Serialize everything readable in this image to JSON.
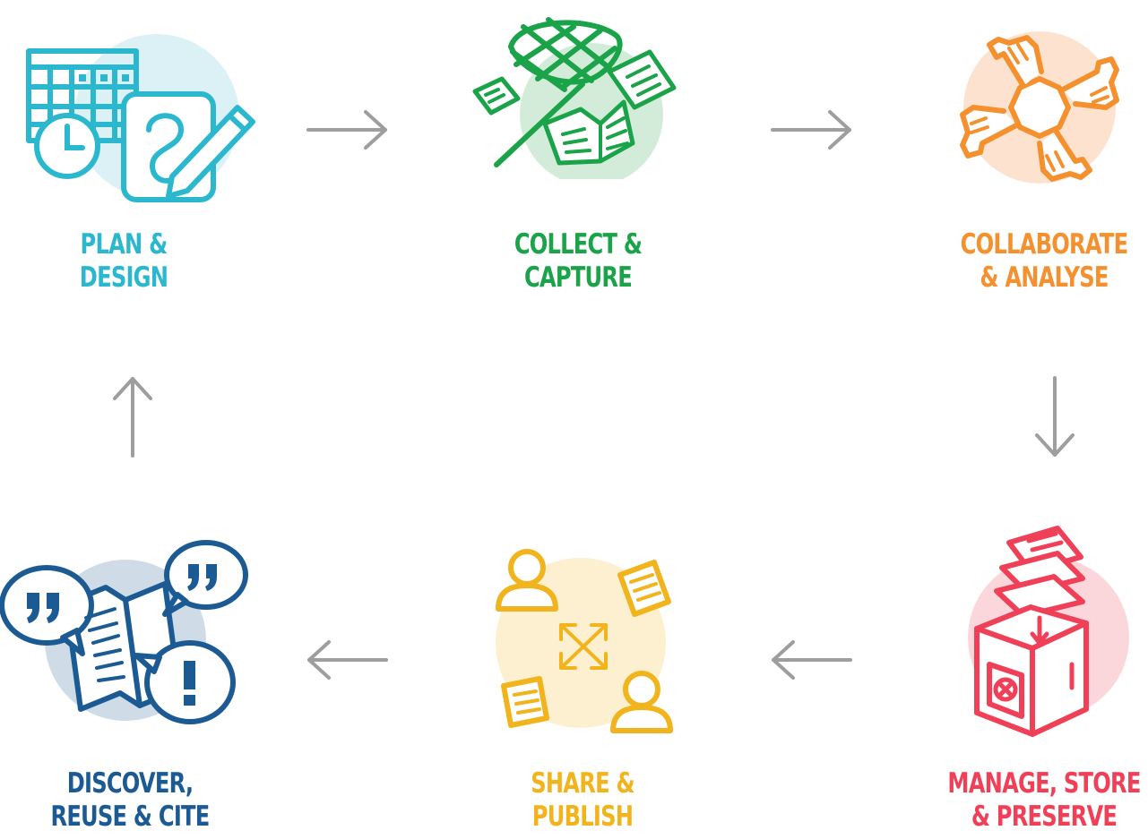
{
  "colors": {
    "plan": "#2bb8cf",
    "collect": "#1ba34a",
    "collaborate": "#f5902e",
    "manage": "#ef4058",
    "share": "#f2b41c",
    "discover": "#1c5a93",
    "arrow": "#9e9e9e"
  },
  "stages": {
    "plan": {
      "line1": "PLAN &",
      "line2": "DESIGN"
    },
    "collect": {
      "line1": "COLLECT &",
      "line2": "CAPTURE"
    },
    "collaborate": {
      "line1": "COLLABORATE",
      "line2": "& ANALYSE"
    },
    "manage": {
      "line1": "MANAGE, STORE",
      "line2": "& PRESERVE"
    },
    "share": {
      "line1": "SHARE &",
      "line2": "PUBLISH"
    },
    "discover": {
      "line1": "DISCOVER,",
      "line2": "REUSE & CITE"
    }
  },
  "icons": {
    "plan": "calendar-pencil-icon",
    "collect": "butterfly-net-icon",
    "collaborate": "joined-hands-icon",
    "manage": "safe-box-icon",
    "share": "people-documents-icon",
    "discover": "speech-bubbles-document-icon"
  }
}
